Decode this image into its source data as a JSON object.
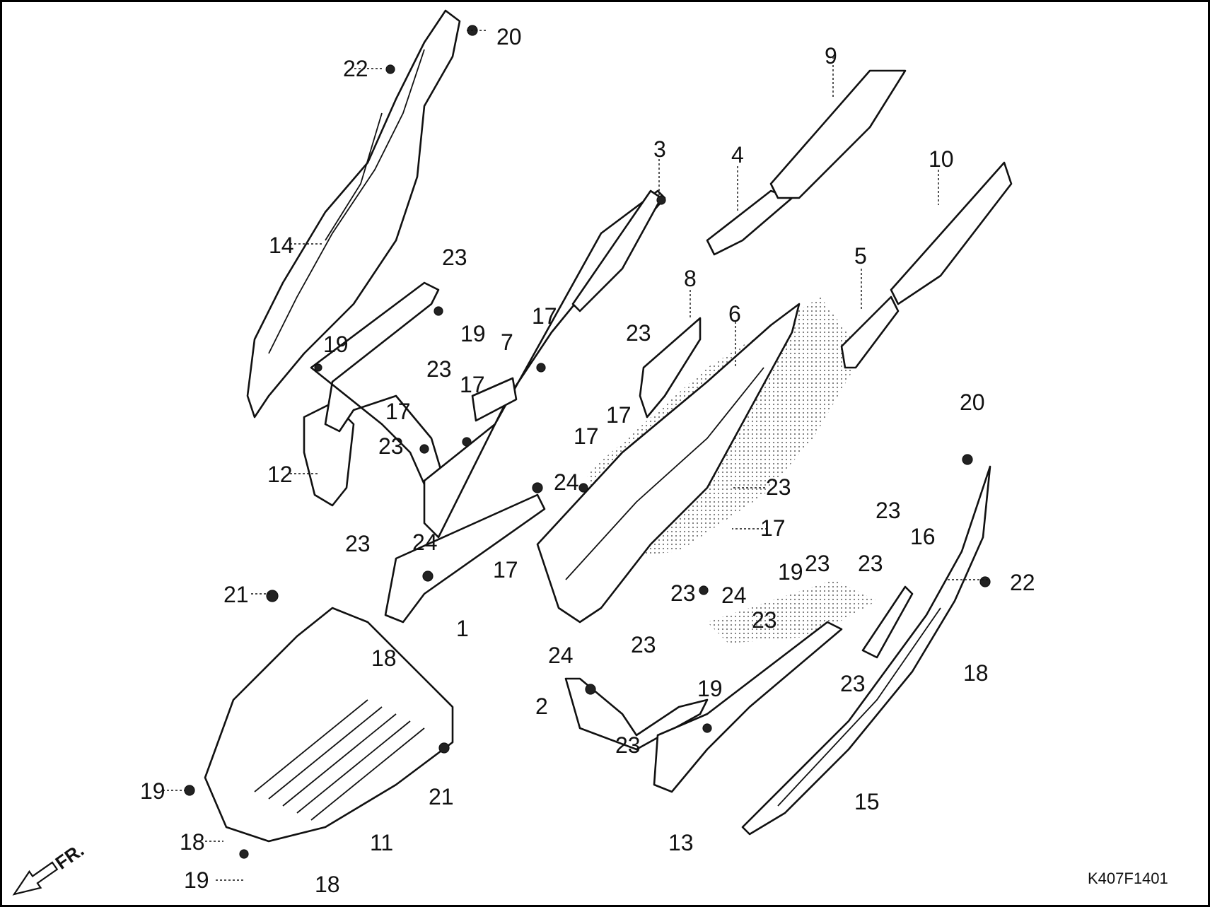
{
  "diagram": {
    "figure_code": "K407F1401",
    "direction_label": "FR.",
    "parts": [
      {
        "id": "1",
        "name": "part-1"
      },
      {
        "id": "2",
        "name": "part-2"
      },
      {
        "id": "3",
        "name": "part-3"
      },
      {
        "id": "4",
        "name": "part-4"
      },
      {
        "id": "5",
        "name": "part-5"
      },
      {
        "id": "6",
        "name": "part-6"
      },
      {
        "id": "7",
        "name": "part-7"
      },
      {
        "id": "8",
        "name": "part-8"
      },
      {
        "id": "9",
        "name": "part-9"
      },
      {
        "id": "10",
        "name": "part-10"
      },
      {
        "id": "11",
        "name": "part-11"
      },
      {
        "id": "12",
        "name": "part-12"
      },
      {
        "id": "13",
        "name": "part-13"
      },
      {
        "id": "14",
        "name": "part-14"
      },
      {
        "id": "15",
        "name": "part-15"
      },
      {
        "id": "16",
        "name": "part-16"
      }
    ],
    "callouts": [
      "20",
      "22",
      "9",
      "3",
      "4",
      "10",
      "14",
      "23",
      "19",
      "17",
      "7",
      "5",
      "8",
      "23",
      "6",
      "19",
      "23",
      "17",
      "17",
      "17",
      "20",
      "12",
      "23",
      "24",
      "17",
      "23",
      "17",
      "23",
      "24",
      "17",
      "23",
      "23",
      "16",
      "23",
      "21",
      "18",
      "1",
      "23",
      "24",
      "23",
      "22",
      "24",
      "23",
      "19",
      "2",
      "23",
      "18",
      "23",
      "19",
      "19",
      "21",
      "13",
      "15",
      "18",
      "11",
      "19",
      "18"
    ]
  }
}
